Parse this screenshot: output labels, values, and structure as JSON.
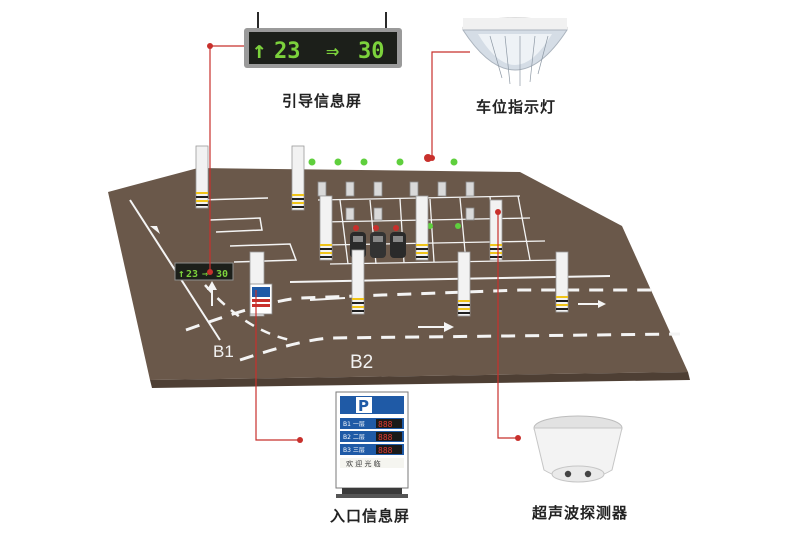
{
  "guide_screen": {
    "caption": "引导信息屏",
    "left_count": "23",
    "right_count": "30",
    "arrow_left": "↑",
    "arrow_right": "⇒"
  },
  "space_light": {
    "caption": "车位指示灯"
  },
  "entrance_screen": {
    "caption": "入口信息屏",
    "header_symbol": "P",
    "rows": [
      {
        "label": "B1 一层",
        "value": "888"
      },
      {
        "label": "B2 二层",
        "value": "888"
      },
      {
        "label": "B3 三层",
        "value": "888"
      }
    ],
    "footer": "欢 迎 光 临"
  },
  "ultrasonic": {
    "caption": "超声波探测器"
  },
  "mini_guide": {
    "left_count": "23",
    "right_count": "30",
    "arrow_left": "↑",
    "arrow_right": "⇒"
  },
  "zones": {
    "b1": "B1",
    "b2": "B2"
  },
  "colors": {
    "floor": "#6b5849",
    "floor_edge": "#4e3f34",
    "led_green": "#7cd23c",
    "led_bg": "#1c1f1a",
    "callout": "#c8302c",
    "panel_blue": "#1f5aa6"
  }
}
